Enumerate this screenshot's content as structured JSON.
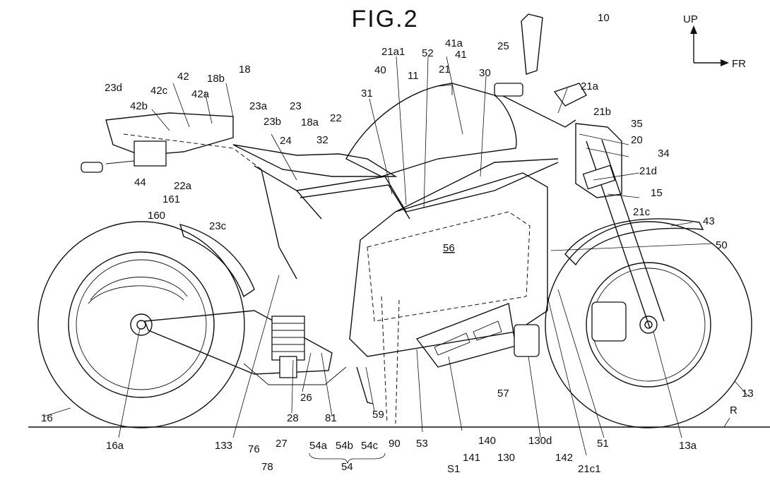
{
  "figure": {
    "title": "FIG.2"
  },
  "orientation": {
    "up": "UP",
    "forward": "FR"
  },
  "labels": {
    "l10": "10",
    "l41a": "41a",
    "l21a1": "21a1",
    "l52": "52",
    "l41": "41",
    "l25": "25",
    "l40": "40",
    "l11": "11",
    "l21": "21",
    "l30": "30",
    "l31": "31",
    "l21a": "21a",
    "l18": "18",
    "l42": "42",
    "l18b": "18b",
    "l23d": "23d",
    "l42c": "42c",
    "l42a": "42a",
    "l42b": "42b",
    "l23a": "23a",
    "l23": "23",
    "l23b": "23b",
    "l18a": "18a",
    "l22": "22",
    "l21b": "21b",
    "l35": "35",
    "l24": "24",
    "l32": "32",
    "l20": "20",
    "l34": "34",
    "l44": "44",
    "l21d": "21d",
    "l22a": "22a",
    "l161": "161",
    "l15": "15",
    "l160": "160",
    "l21c": "21c",
    "l23c": "23c",
    "l43": "43",
    "l56": "56",
    "l50": "50",
    "l16": "16",
    "l13": "13",
    "l26": "26",
    "l57": "57",
    "l28": "28",
    "l27": "27",
    "l81": "81",
    "l59": "59",
    "R": "R",
    "l16a": "16a",
    "l133": "133",
    "l76": "76",
    "l54a": "54a",
    "l54b": "54b",
    "l54c": "54c",
    "l90": "90",
    "l53": "53",
    "l140": "140",
    "l130d": "130d",
    "l51": "51",
    "l13a": "13a",
    "l78": "78",
    "l54": "54",
    "S1": "S1",
    "l141": "141",
    "l130": "130",
    "l142": "142",
    "l21c1": "21c1"
  }
}
